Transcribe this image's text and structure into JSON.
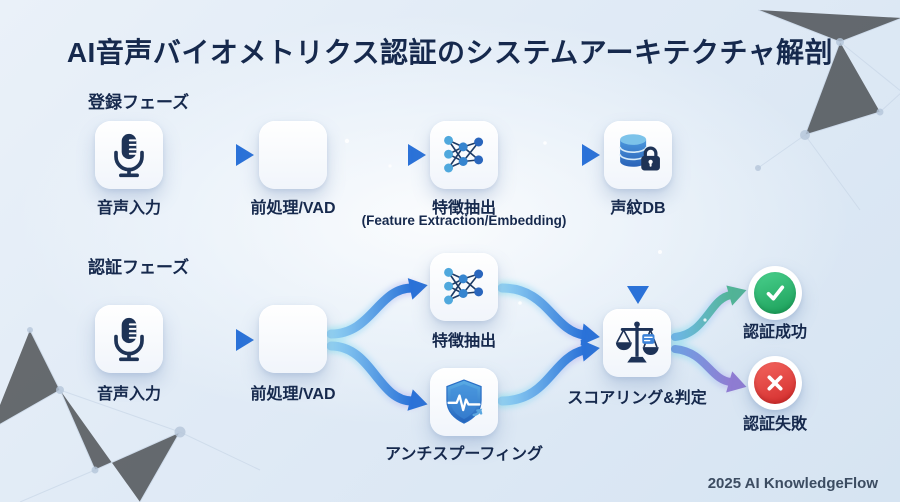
{
  "title": "AI音声バイオメトリクス認証のシステムアーキテクチャ解剖",
  "footer": "2025 AI KnowledgeFlow",
  "phases": {
    "registration": {
      "label": "登録フェーズ"
    },
    "authentication": {
      "label": "認証フェーズ"
    }
  },
  "nodes": {
    "reg_voice_input": {
      "label": "音声入力",
      "icon": "microphone-icon"
    },
    "reg_preprocess": {
      "label": "前処理/VAD",
      "icon": "waveform-icon"
    },
    "reg_feature": {
      "label": "特徴抽出",
      "sublabel": "(Feature Extraction/Embedding)",
      "icon": "neural-network-icon"
    },
    "voiceprint_db": {
      "label": "声紋DB",
      "icon": "database-lock-icon"
    },
    "auth_voice_input": {
      "label": "音声入力",
      "icon": "microphone-icon"
    },
    "auth_preprocess": {
      "label": "前処理/VAD",
      "icon": "waveform-icon"
    },
    "auth_feature": {
      "label": "特徴抽出",
      "icon": "neural-network-icon"
    },
    "anti_spoofing": {
      "label": "アンチスプーフィング",
      "icon": "shield-pulse-icon"
    },
    "scoring": {
      "label": "スコアリング&判定",
      "icon": "scales-icon"
    },
    "auth_success": {
      "label": "認証成功",
      "icon": "check-circle-icon"
    },
    "auth_failure": {
      "label": "認証失敗",
      "icon": "x-circle-icon"
    }
  },
  "colors": {
    "title_text": "#16294d",
    "arrow_blue": "#2b72d8",
    "arrow_glow_cyan": "#7fe3ef",
    "arrow_glow_violet": "#b9a6ec",
    "success_green": "#1a9e58",
    "error_red": "#d32c2c",
    "background": "#dfeaf5"
  }
}
